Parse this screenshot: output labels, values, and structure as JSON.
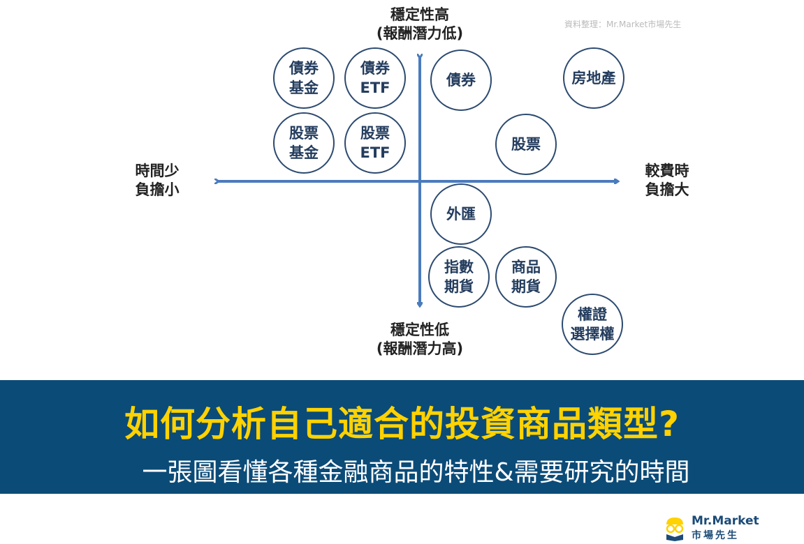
{
  "source": "資料整理：Mr.Market市場先生",
  "axes": {
    "top": [
      "穩定性高",
      "(報酬潛力低)"
    ],
    "bottom": [
      "穩定性低",
      "(報酬潛力高)"
    ],
    "left": [
      "時間少",
      "負擔小"
    ],
    "right": [
      "較費時",
      "負擔大"
    ]
  },
  "items": [
    {
      "label": "債券\n基金"
    },
    {
      "label": "債券\nETF"
    },
    {
      "label": "債券"
    },
    {
      "label": "房地產"
    },
    {
      "label": "股票\n基金"
    },
    {
      "label": "股票\nETF"
    },
    {
      "label": "股票"
    },
    {
      "label": "外匯"
    },
    {
      "label": "指數\n期貨"
    },
    {
      "label": "商品\n期貨"
    },
    {
      "label": "權證\n選擇權"
    }
  ],
  "banner": {
    "title": "如何分析自己適合的投資商品類型?",
    "subtitle": "一張圖看懂各種金融商品的特性&需要研究的時間"
  },
  "logo": {
    "name": "Mr.Market",
    "name_zh": "市場先生"
  },
  "colors": {
    "axis": "#4a7bbd",
    "banner": "#0b4b78",
    "title": "#ffd200"
  }
}
